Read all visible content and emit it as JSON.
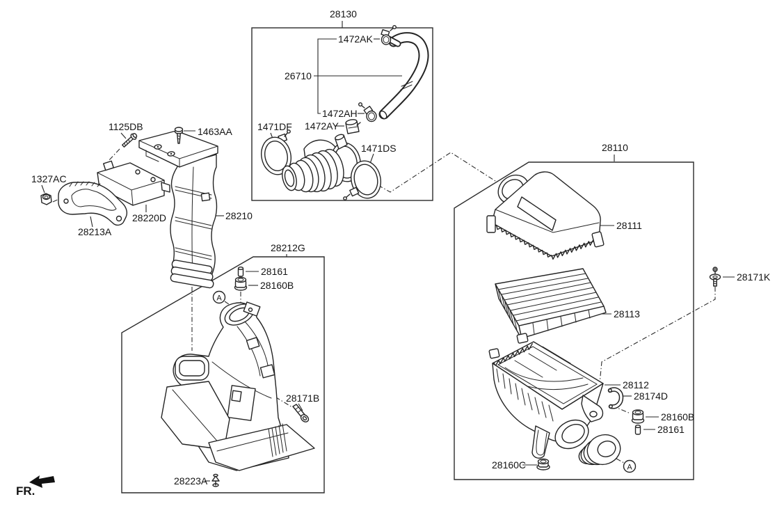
{
  "diagram": {
    "front_indicator": "FR.",
    "detail_marker": "A",
    "colors": {
      "line": "#242424",
      "text": "#141414",
      "background": "#ffffff"
    },
    "assembly_boxes": {
      "hose_assembly": "28130",
      "air_duct_assembly": "28212G",
      "air_cleaner_assembly": "28110"
    },
    "callouts": {
      "c28130": "28130",
      "c1472AK": "1472AK",
      "c26710": "26710",
      "c1472AH": "1472AH",
      "c1471DF": "1471DF",
      "c1472AY": "1472AY",
      "c1471DS": "1471DS",
      "c1125DB": "1125DB",
      "c1463AA": "1463AA",
      "c1327AC": "1327AC",
      "c28220D": "28220D",
      "c28213A": "28213A",
      "c28210": "28210",
      "c28212G": "28212G",
      "c28161_duct": "28161",
      "c28160B_duct": "28160B",
      "c28171B": "28171B",
      "c28223A": "28223A",
      "c28110": "28110",
      "c28111": "28111",
      "c28113": "28113",
      "c28112": "28112",
      "c28174D": "28174D",
      "c28160B_housing": "28160B",
      "c28161_housing": "28161",
      "c28160C": "28160C",
      "c28171K": "28171K"
    }
  }
}
